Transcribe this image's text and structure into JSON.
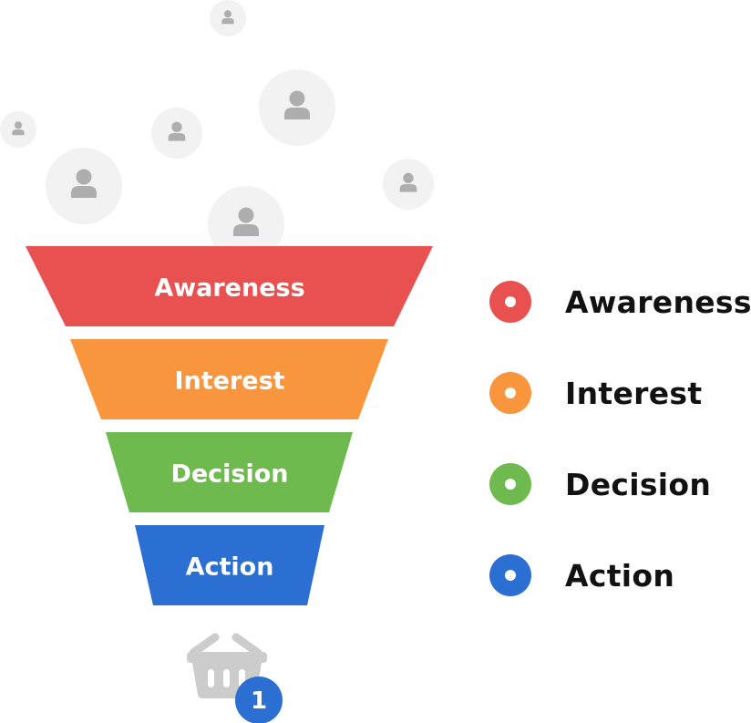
{
  "diagram": {
    "type": "marketing-funnel",
    "stages": [
      {
        "label": "Awareness",
        "color": "#E95151"
      },
      {
        "label": "Interest",
        "color": "#F9953C"
      },
      {
        "label": "Decision",
        "color": "#6FBA4E"
      },
      {
        "label": "Action",
        "color": "#2A6FD1"
      }
    ],
    "legend": [
      {
        "label": "Awareness",
        "color": "#E95151"
      },
      {
        "label": "Interest",
        "color": "#F9953C"
      },
      {
        "label": "Decision",
        "color": "#6FBA4E"
      },
      {
        "label": "Action",
        "color": "#2A6FD1"
      }
    ],
    "people_icon": "user-icon",
    "people_count": 7,
    "basket": {
      "icon": "shopping-basket-icon",
      "badge_count": "1",
      "badge_color": "#2A6FD1"
    },
    "colors": {
      "circle_bg": "#F2F2F2",
      "icon_gray": "#AEAEAE",
      "basket_gray": "#CCCCCC",
      "legend_text": "#111111"
    }
  }
}
